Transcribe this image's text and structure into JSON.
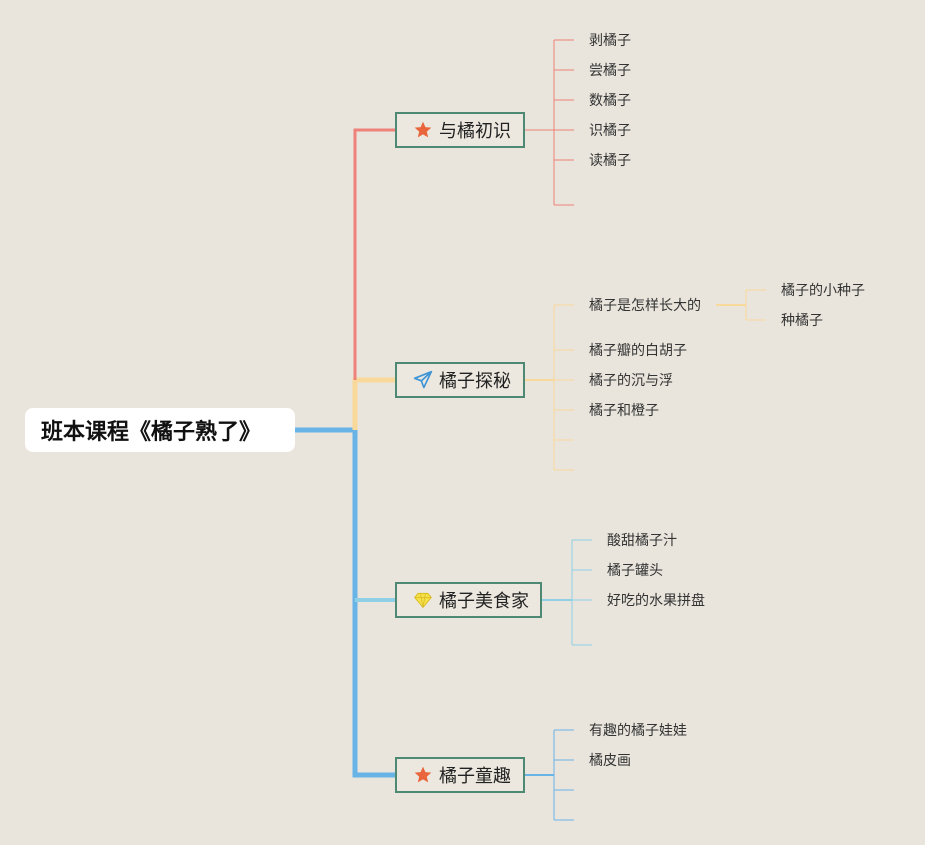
{
  "root": {
    "title": "班本课程《橘子熟了》"
  },
  "branches": [
    {
      "label": "与橘初识",
      "icon": "star-icon",
      "color": "#ee8179",
      "children": [
        "剥橘子",
        "尝橘子",
        "数橘子",
        "识橘子",
        "读橘子"
      ]
    },
    {
      "label": "橘子探秘",
      "icon": "paper-plane-icon",
      "color": "#f9d99a",
      "children": [
        "橘子是怎样长大的",
        "橘子瓣的白胡子",
        "橘子的沉与浮",
        "橘子和橙子"
      ],
      "sub_children": [
        "橘子的小种子",
        "种橘子"
      ]
    },
    {
      "label": "橘子美食家",
      "icon": "diamond-icon",
      "color": "#8fd0e6",
      "children": [
        "酸甜橘子汁",
        "橘子罐头",
        "好吃的水果拼盘"
      ]
    },
    {
      "label": "橘子童趣",
      "icon": "star-icon",
      "color": "#69b4e7",
      "children": [
        "有趣的橘子娃娃",
        "橘皮画"
      ]
    }
  ],
  "colors": {
    "trunk_blue": "#69b4e7",
    "star": "#e9663c",
    "plane": "#3f95d6",
    "diamond": "#f5e048",
    "node_border": "#4e8a73"
  }
}
